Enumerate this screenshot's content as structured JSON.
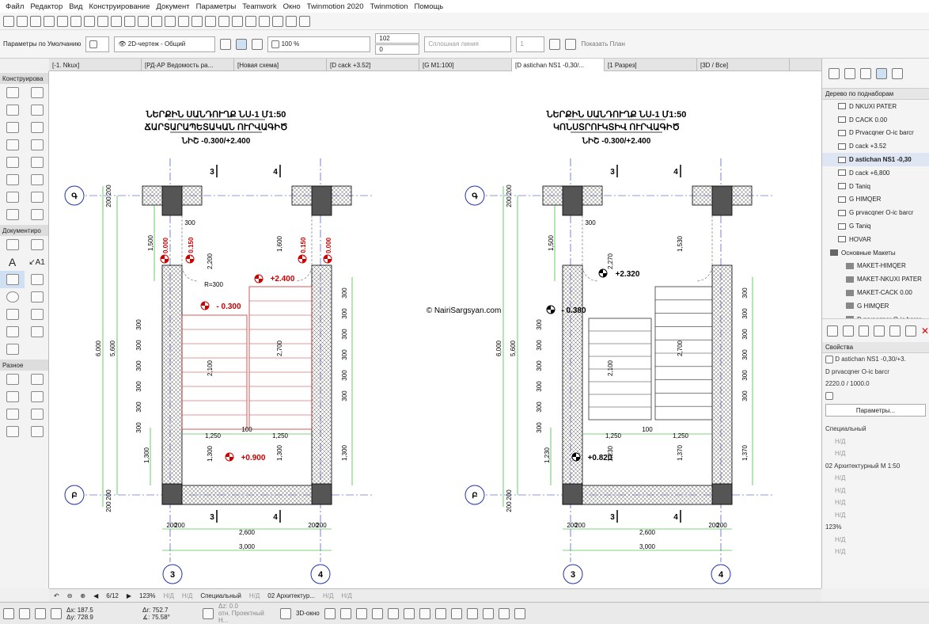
{
  "menu": [
    "Файл",
    "Редактор",
    "Вид",
    "Конструирование",
    "Документ",
    "Параметры",
    "Teamwork",
    "Окно",
    "Twinmotion 2020",
    "Twinmotion",
    "Помощь"
  ],
  "infobox": {
    "preset": "Параметры по Умолчанию",
    "view_mode": "2D-чертеж - Общий",
    "scale_pct": "100 %",
    "val1": "102",
    "val2": "0",
    "line_type": "Сплошная линия",
    "val3": "1",
    "show_on_plan": "Показать План"
  },
  "tabs": [
    "[-1. Nkux]",
    "[РД-АР Ведомость ра...",
    "[Новая схема]",
    "[D cack +3.52]",
    "[G M1:100]",
    "[D astichan NS1 -0,30/...",
    "[1 Разрез]",
    "[3D / Все]"
  ],
  "toolbox": {
    "section1": "Конструирова",
    "section2": "Документиро",
    "label_tool": "A1",
    "section3": "Разное"
  },
  "right_panel": {
    "header": "Дерево по поднаборам",
    "tree": [
      {
        "label": "D NKUXI PATER",
        "type": "item"
      },
      {
        "label": "D CACK 0.00",
        "type": "item"
      },
      {
        "label": "D Prvacqner O-ic barcr",
        "type": "item"
      },
      {
        "label": "D cack +3.52",
        "type": "item"
      },
      {
        "label": "D astichan NS1 -0,30",
        "type": "selected"
      },
      {
        "label": "D cack +6,800",
        "type": "item"
      },
      {
        "label": "D Taniq",
        "type": "item"
      },
      {
        "label": "G HIMQER",
        "type": "item"
      },
      {
        "label": "G prvacqner O-ic barcr",
        "type": "item"
      },
      {
        "label": "G Taniq",
        "type": "item"
      },
      {
        "label": "HOVAR",
        "type": "item"
      },
      {
        "label": "Основные Макеты",
        "type": "folder"
      },
      {
        "label": "MAKET-HIMQER",
        "type": "sub"
      },
      {
        "label": "MAKET-NKUXI PATER",
        "type": "sub"
      },
      {
        "label": "MAKET-CACK 0.00",
        "type": "sub"
      },
      {
        "label": "G HIMQER",
        "type": "sub"
      },
      {
        "label": "D prvacqner O-ic barcr",
        "type": "sub"
      }
    ],
    "props_header": "Свойства",
    "props_name": "D astichan NS1 -0,30/+3.",
    "props_set": "D prvacqner O-ic barcr",
    "props_size": "2220.0 / 1000.0",
    "params_button": "Параметры...",
    "special": "Специальный",
    "nd": "Н/Д",
    "layer_combo": "02 Архитектурный М 1:50",
    "zoom": "123%"
  },
  "statusbar": {
    "page": "6/12",
    "zoom": "123%",
    "nd": "Н/Д",
    "special": "Специальный",
    "arch": "02 Архитектур..."
  },
  "bottom": {
    "dx": "Δx: 187.5",
    "dy": "Δy: 728.9",
    "dr": "Δr: 752.7",
    "da": "∡: 75.58°",
    "dz": "Δz: 0.0",
    "rel": "отн. Проектный Н...",
    "view3d": "3D-окно"
  },
  "drawing": {
    "left_title1": "ՆԵՐՔԻՆ ՍԱՆԴՈՒՂՔ ՆՍ-1 Մ1:50",
    "left_title2": "ՃԱՐՏԱՐԱՊԵՏԱԿԱՆ ՈՒՐՎԱԳԻԾ",
    "right_title1": "ՆԵՐՔԻՆ ՍԱՆԴՈՒՂՔ ՆՍ-1 Մ1:50",
    "right_title2": "ԿՈՆՍՏՐՈՒԿՏԻՎ ՈՒՐՎԱԳԻԾ",
    "sub_title": "ՆԻՇ -0.300/+2.400",
    "copyright": "© NairiSargsyan.com",
    "axis_3": "3",
    "axis_4": "4",
    "axis_top": "Գ",
    "axis_bottom": "Բ",
    "dim_6000": "6,000",
    "dim_5600": "5,600",
    "dim_200": "200",
    "dim_1500": "1,500",
    "dim_1600": "1,600",
    "dim_1530": "1,530",
    "dim_1300": "1,300",
    "dim_1230": "1,230",
    "dim_1370": "1,370",
    "dim_300": "300",
    "dim_2200": "2,200",
    "dim_2270": "2,270",
    "dim_2700": "2,700",
    "dim_2100": "2,100",
    "dim_1250": "1,250",
    "dim_100": "100",
    "dim_2600": "2,600",
    "dim_3000": "3,000",
    "r300": "R=300",
    "lv_000": "0.000",
    "lv_m150": "- 0.150",
    "lv_m300": "- 0.300",
    "lv_2400": "+2.400",
    "lv_0900": "+0.900",
    "lv_m380": "- 0.380",
    "lv_2320": "+2.320",
    "lv_0820": "+0.820"
  }
}
